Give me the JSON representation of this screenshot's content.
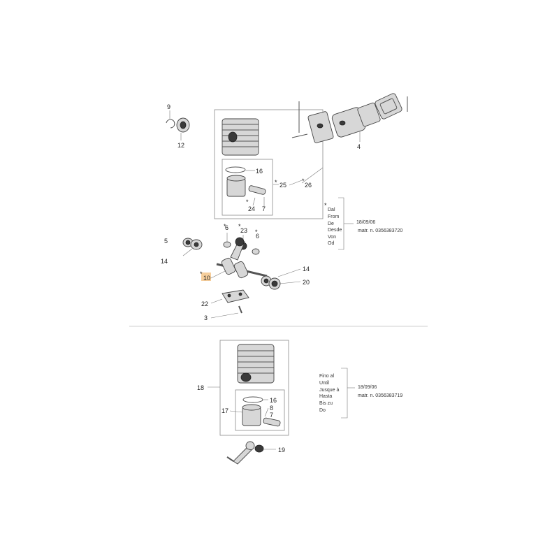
{
  "callouts": {
    "c9": "9",
    "c12": "12",
    "c4": "4",
    "c16a": "16",
    "c25": "25",
    "c26": "26",
    "c24": "24",
    "c7a": "7",
    "c5": "5",
    "c14a": "14",
    "c6a": "6",
    "c23": "23",
    "c6b": "6",
    "c10": "10",
    "c14b": "14",
    "c20": "20",
    "c22": "22",
    "c3": "3",
    "c18": "18",
    "c16b": "16",
    "c17": "17",
    "c8": "8",
    "c7b": "7",
    "c19": "19"
  },
  "star": "*",
  "note_top": {
    "star": "*",
    "words": [
      "Dal",
      "From",
      "De",
      "Desde",
      "Von",
      "Od"
    ],
    "date": "18/09/06",
    "serial": "matr. n. 0356383720"
  },
  "note_bottom": {
    "words": [
      "Fino al",
      "Until",
      "Jusque à",
      "Hasta",
      "Bis zu",
      "Do"
    ],
    "date": "18/09/06",
    "serial": "matr. n. 0356383719"
  },
  "colors": {
    "line": "#555555",
    "highlight": "#f5c68a"
  }
}
